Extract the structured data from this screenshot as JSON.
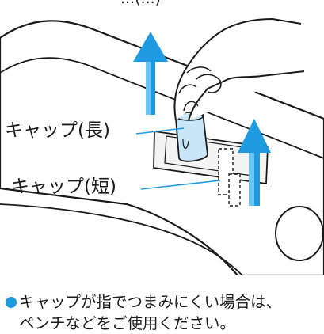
{
  "header_fragment": "...(...)",
  "labels": {
    "cap_long": "キャップ(長)",
    "cap_short": "キャップ(短)"
  },
  "note": {
    "line1": "キャップが指でつまみにくい場合は、",
    "line2": "ペンチなどをご使用ください。"
  },
  "colors": {
    "arrow": "#1e9be0",
    "arrow_light": "#6cc4f0",
    "cap_fill": "#c8e6f8",
    "leader_line": "#1e9be0",
    "bullet": "#1e9be0",
    "outline": "#1a1a1a",
    "background": "#ffffff"
  },
  "icons": [
    "up-arrow-icon",
    "hand-icon",
    "cap-icon"
  ]
}
